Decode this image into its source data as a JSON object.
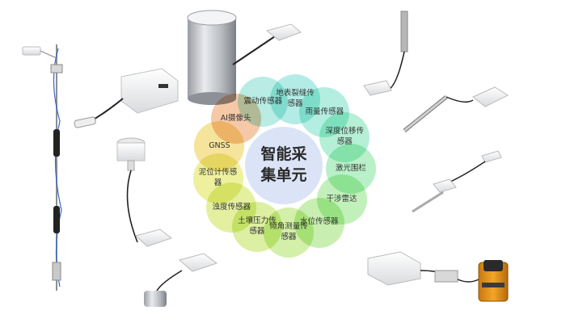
{
  "center": {
    "title": "智能采集单元"
  },
  "petals": [
    {
      "label": "震动传感器",
      "color": "#b8ece4"
    },
    {
      "label": "地表裂缝传感器",
      "color": "#b3ece6"
    },
    {
      "label": "雨量传感器",
      "color": "#b3eee0"
    },
    {
      "label": "深度位移传感器",
      "color": "#b4efd6"
    },
    {
      "label": "激光围栏",
      "color": "#b9f0c9"
    },
    {
      "label": "干涉雷达",
      "color": "#c2f0bb"
    },
    {
      "label": "水位传感器",
      "color": "#c8efb1"
    },
    {
      "label": "倾角测量传感器",
      "color": "#d3efa9"
    },
    {
      "label": "土壤压力传感器",
      "color": "#dcefa3"
    },
    {
      "label": "浊度传感器",
      "color": "#e4f0a0"
    },
    {
      "label": "泥位计传感器",
      "color": "#eef09e"
    },
    {
      "label": "GNSS",
      "color": "#f6e39c"
    },
    {
      "label": "AI摄像头",
      "color": "#f5c9a8"
    }
  ],
  "devices": [
    {
      "name": "borehole-inclinometer-chain"
    },
    {
      "name": "monitoring-terminal-box"
    },
    {
      "name": "rain-gauge-cylinder"
    },
    {
      "name": "vibration-sensor-module"
    },
    {
      "name": "crack-meter-probe"
    },
    {
      "name": "displacement-sensor-rod"
    },
    {
      "name": "gnss-antenna"
    },
    {
      "name": "mud-level-sensor"
    },
    {
      "name": "inclination-sensor"
    },
    {
      "name": "laser-fence-module"
    },
    {
      "name": "interferometric-radar"
    }
  ]
}
